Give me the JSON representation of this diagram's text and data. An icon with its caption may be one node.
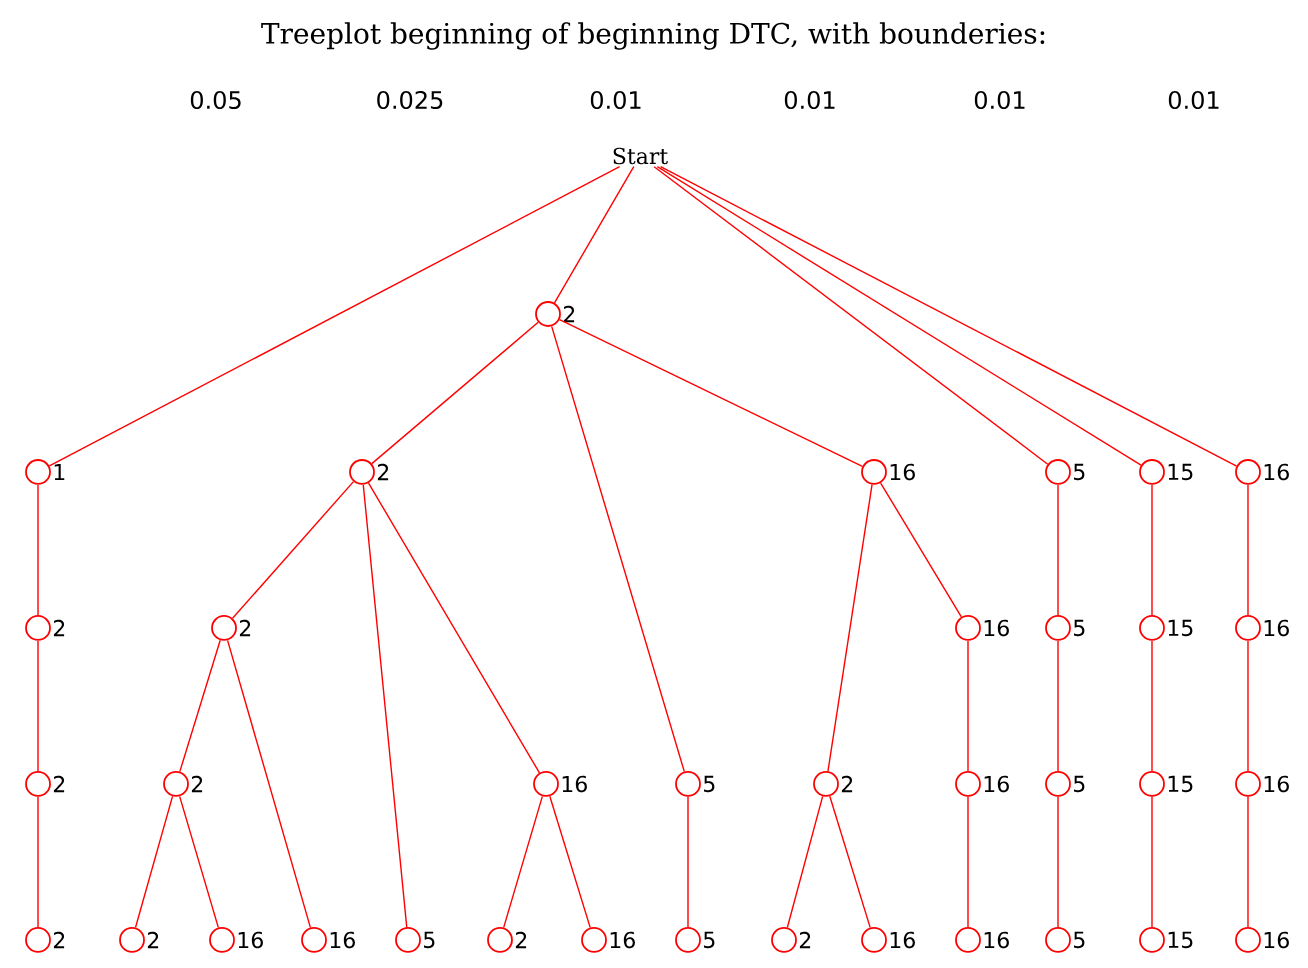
{
  "diagram": {
    "title": "Treeplot beginning of beginning DTC, with bounderies:",
    "nodes": [
      {
        "text": [
          "Start"
        ]
      },
      {
        "text": [],
        "shape": "circle",
        "beside": [
          "2"
        ]
      },
      {
        "text": [],
        "shape": "circle",
        "beside": [
          "1"
        ]
      },
      {
        "text": [],
        "shape": "circle",
        "beside": [
          "2"
        ]
      },
      {
        "text": [],
        "shape": "circle",
        "beside": [
          "16"
        ]
      },
      {
        "text": [],
        "shape": "circle",
        "beside": [
          "5"
        ]
      },
      {
        "text": [],
        "shape": "circle",
        "beside": [
          "15"
        ]
      },
      {
        "text": [],
        "shape": "circle",
        "beside": [
          "16"
        ]
      },
      {
        "text": [],
        "shape": "circle",
        "beside": [
          "2"
        ]
      },
      {
        "text": [],
        "shape": "circle",
        "beside": [
          "2"
        ]
      },
      {
        "text": [],
        "shape": "circle",
        "beside": [
          "16"
        ]
      },
      {
        "text": [],
        "shape": "circle",
        "beside": [
          "5"
        ]
      },
      {
        "text": [],
        "shape": "circle",
        "beside": [
          "15"
        ]
      },
      {
        "text": [],
        "shape": "circle",
        "beside": [
          "16"
        ]
      },
      {
        "text": [],
        "shape": "circle",
        "beside": [
          "2"
        ]
      },
      {
        "text": [],
        "shape": "circle",
        "beside": [
          "2"
        ]
      },
      {
        "text": [],
        "shape": "circle",
        "beside": [
          "16"
        ]
      },
      {
        "text": [],
        "shape": "circle",
        "beside": [
          "5"
        ]
      },
      {
        "text": [],
        "shape": "circle",
        "beside": [
          "2"
        ]
      },
      {
        "text": [],
        "shape": "circle",
        "beside": [
          "16"
        ]
      },
      {
        "text": [],
        "shape": "circle",
        "beside": [
          "5"
        ]
      },
      {
        "text": [],
        "shape": "circle",
        "beside": [
          "15"
        ]
      },
      {
        "text": [],
        "shape": "circle",
        "beside": [
          "16"
        ]
      },
      {
        "text": [],
        "shape": "circle",
        "beside": [
          "2"
        ]
      },
      {
        "text": [],
        "shape": "circle",
        "beside": [
          "2"
        ]
      },
      {
        "text": [],
        "shape": "circle",
        "beside": [
          "16"
        ]
      },
      {
        "text": [],
        "shape": "circle",
        "beside": [
          "16"
        ]
      },
      {
        "text": [],
        "shape": "circle",
        "beside": [
          "5"
        ]
      },
      {
        "text": [],
        "shape": "circle",
        "beside": [
          "2"
        ]
      },
      {
        "text": [],
        "shape": "circle",
        "beside": [
          "16"
        ]
      },
      {
        "text": [],
        "shape": "circle",
        "beside": [
          "5"
        ]
      },
      {
        "text": [],
        "shape": "circle",
        "beside": [
          "2"
        ]
      },
      {
        "text": [],
        "shape": "circle",
        "beside": [
          "16"
        ]
      },
      {
        "text": [],
        "shape": "circle",
        "beside": [
          "16"
        ]
      },
      {
        "text": [],
        "shape": "circle",
        "beside": [
          "5"
        ]
      },
      {
        "text": [],
        "shape": "circle",
        "beside": [
          "15"
        ]
      },
      {
        "text": [],
        "shape": "circle",
        "beside": [
          "16"
        ]
      }
    ],
    "edges": [
      {
        "from": 0,
        "to": 2,
        "arrow": "none"
      },
      {
        "from": 0,
        "to": 1,
        "arrow": "none"
      },
      {
        "from": 0,
        "to": 5,
        "arrow": "none"
      },
      {
        "from": 0,
        "to": 6,
        "arrow": "none"
      },
      {
        "from": 0,
        "to": 7,
        "arrow": "none"
      },
      {
        "from": 1,
        "to": 3,
        "arrow": "none"
      },
      {
        "from": 1,
        "to": 4,
        "arrow": "none"
      },
      {
        "from": 1,
        "to": 17,
        "arrow": "none"
      },
      {
        "from": 2,
        "to": 8,
        "arrow": "none"
      },
      {
        "from": 8,
        "to": 14,
        "arrow": "none"
      },
      {
        "from": 14,
        "to": 23,
        "arrow": "none"
      },
      {
        "from": 3,
        "to": 9,
        "arrow": "none"
      },
      {
        "from": 3,
        "to": 27,
        "arrow": "none"
      },
      {
        "from": 3,
        "to": 16,
        "arrow": "none"
      },
      {
        "from": 9,
        "to": 15,
        "arrow": "none"
      },
      {
        "from": 9,
        "to": 26,
        "arrow": "none"
      },
      {
        "from": 15,
        "to": 24,
        "arrow": "none"
      },
      {
        "from": 15,
        "to": 25,
        "arrow": "none"
      },
      {
        "from": 16,
        "to": 28,
        "arrow": "none"
      },
      {
        "from": 16,
        "to": 29,
        "arrow": "none"
      },
      {
        "from": 17,
        "to": 30,
        "arrow": "none"
      },
      {
        "from": 4,
        "to": 18,
        "arrow": "none"
      },
      {
        "from": 4,
        "to": 10,
        "arrow": "none"
      },
      {
        "from": 18,
        "to": 31,
        "arrow": "none"
      },
      {
        "from": 18,
        "to": 32,
        "arrow": "none"
      },
      {
        "from": 10,
        "to": 19,
        "arrow": "none"
      },
      {
        "from": 19,
        "to": 33,
        "arrow": "none"
      },
      {
        "from": 5,
        "to": 11,
        "arrow": "none"
      },
      {
        "from": 11,
        "to": 20,
        "arrow": "none"
      },
      {
        "from": 20,
        "to": 34,
        "arrow": "none"
      },
      {
        "from": 6,
        "to": 12,
        "arrow": "none"
      },
      {
        "from": 12,
        "to": 21,
        "arrow": "none"
      },
      {
        "from": 21,
        "to": 35,
        "arrow": "none"
      },
      {
        "from": 7,
        "to": 13,
        "arrow": "none"
      },
      {
        "from": 13,
        "to": 22,
        "arrow": "none"
      },
      {
        "from": 22,
        "to": 36,
        "arrow": "none"
      }
    ],
    "labels": [
      "0.05",
      "0.025",
      "0.01",
      "0.01",
      "0.01",
      "0.01"
    ]
  }
}
